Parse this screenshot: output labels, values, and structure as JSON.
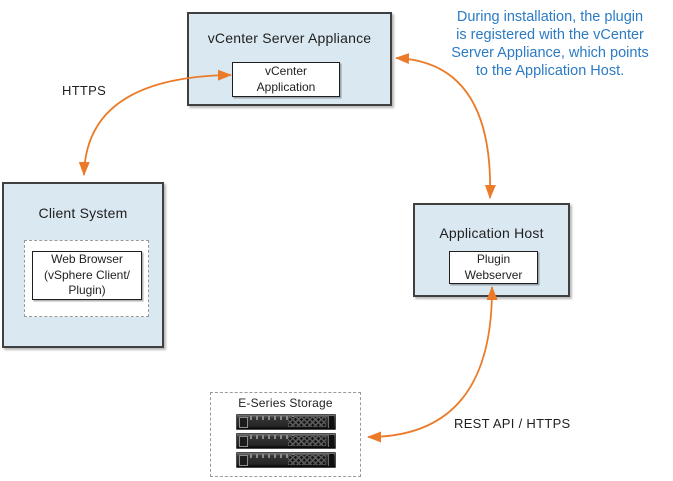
{
  "diagram": {
    "annotation": {
      "lines": [
        "During installation, the plugin",
        "is registered with the vCenter",
        "Server Appliance, which points",
        "to the Application Host."
      ]
    },
    "nodes": {
      "vcenter": {
        "title": "vCenter Server Appliance",
        "inner": {
          "line1": "vCenter",
          "line2": "Application"
        }
      },
      "client": {
        "title": "Client System",
        "inner": {
          "line1": "Web Browser",
          "line2": "(vSphere Client/",
          "line3": "Plugin)"
        }
      },
      "app_host": {
        "title": "Application Host",
        "inner": {
          "line1": "Plugin",
          "line2": "Webserver"
        }
      },
      "storage": {
        "title": "E-Series Storage",
        "rack_unit_count": 3
      }
    },
    "edges": {
      "client_vcenter": {
        "label": "HTTPS",
        "style": "curved double-headed"
      },
      "vcenter_apphost": {
        "label": "",
        "style": "curved double-headed"
      },
      "apphost_storage": {
        "label": "REST API / HTTPS",
        "style": "curved double-headed"
      }
    },
    "colors": {
      "arrow": "#eb7b28",
      "node_fill": "#dae8f1",
      "node_border": "#404040",
      "annotation_text": "#2b7bc5"
    }
  }
}
